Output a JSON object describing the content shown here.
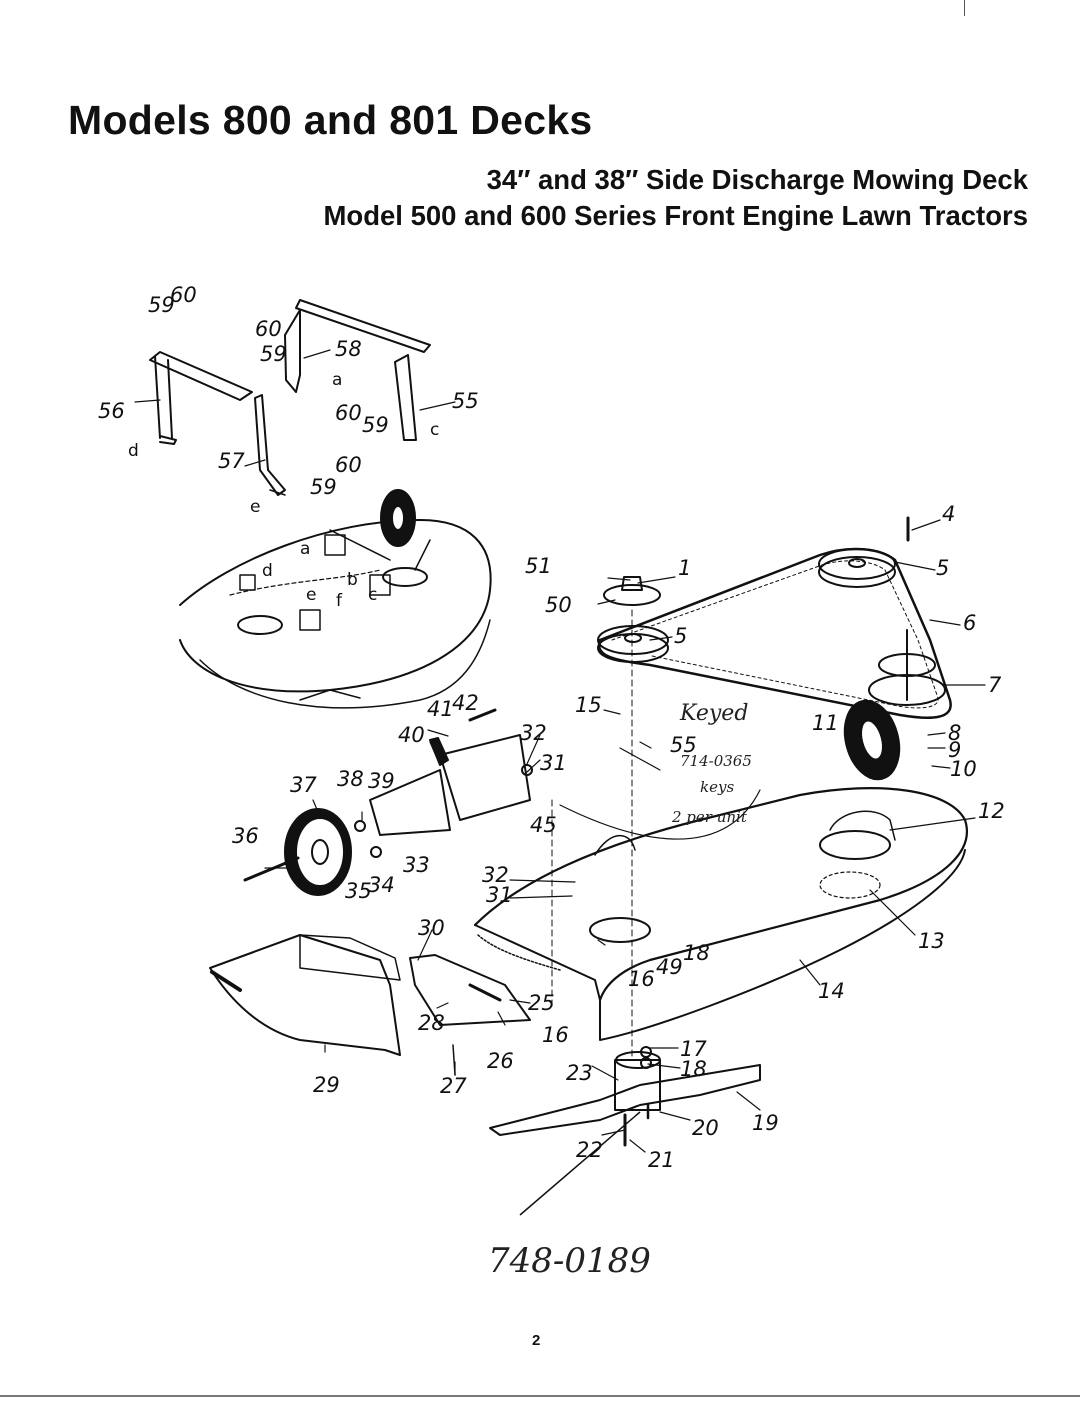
{
  "header": {
    "title": "Models 800 and 801 Decks",
    "subtitle_line1": "34″ and 38″ Side Discharge Mowing Deck",
    "subtitle_line2": "Model 500 and 600 Series Front Engine Lawn Tractors"
  },
  "callouts": {
    "c1": "1",
    "c4": "4",
    "c5a": "5",
    "c5b": "5",
    "c6": "6",
    "c7": "7",
    "c8": "8",
    "c9": "9",
    "c10": "10",
    "c11": "11",
    "c12": "12",
    "c13": "13",
    "c14": "14",
    "c15": "15",
    "c16a": "16",
    "c16b": "16",
    "c17": "17",
    "c18a": "18",
    "c18b": "18",
    "c19": "19",
    "c20": "20",
    "c21": "21",
    "c22": "22",
    "c23": "23",
    "c25": "25",
    "c26": "26",
    "c27": "27",
    "c28": "28",
    "c29": "29",
    "c30": "30",
    "c31a": "31",
    "c31b": "31",
    "c32a": "32",
    "c32b": "32",
    "c33": "33",
    "c34": "34",
    "c35": "35",
    "c36": "36",
    "c37": "37",
    "c38": "38",
    "c39": "39",
    "c40": "40",
    "c41": "41",
    "c42": "42",
    "c45": "45",
    "c49": "49",
    "c50": "50",
    "c51": "51",
    "c55": "55",
    "c56": "56",
    "c57": "57",
    "c58": "58",
    "c59": "59",
    "c60": "60"
  },
  "letters": {
    "a": "a",
    "b": "b",
    "c": "c",
    "d": "d",
    "e": "e",
    "f": "f"
  },
  "handwritten": {
    "keyed": "Keyed",
    "part": "714-0365",
    "keys": "keys",
    "per_unit": "2 per unit",
    "blade_part": "748-0189"
  },
  "page_number": "2"
}
